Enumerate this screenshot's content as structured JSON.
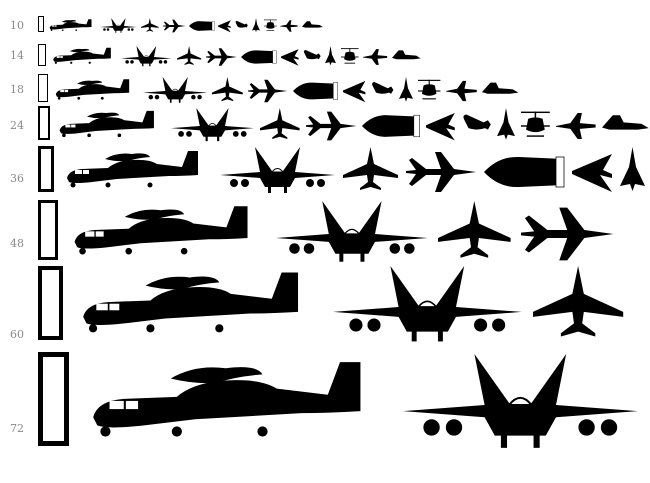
{
  "specimen": {
    "ink_color": "#000000",
    "label_color": "#8a8a8a",
    "background": "#ffffff",
    "glyph_sequence": [
      "notdef-box-icon",
      "tiltrotor-aircraft-icon",
      "fighter-jet-front-icon",
      "jet-top-view-icon",
      "fighter-jet-top-icon",
      "cruise-missile-icon",
      "stealth-jet-icon",
      "bomb-icon",
      "fighter-jet-delta-icon",
      "helicopter-front-icon",
      "jet-side-view-icon",
      "swept-wing-jet-icon"
    ],
    "rows": [
      {
        "size": "10"
      },
      {
        "size": "14"
      },
      {
        "size": "18"
      },
      {
        "size": "24"
      },
      {
        "size": "36"
      },
      {
        "size": "48"
      },
      {
        "size": "60"
      },
      {
        "size": "72"
      }
    ]
  }
}
